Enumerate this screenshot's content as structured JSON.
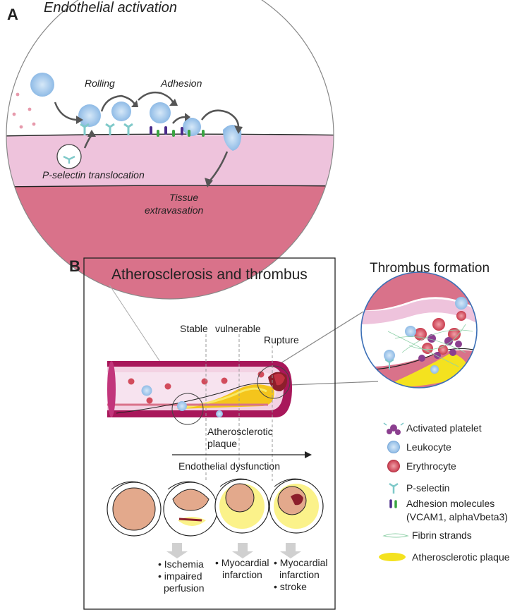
{
  "panelA": {
    "letter": "A",
    "title": "Endothelial activation",
    "rolling": "Rolling",
    "adhesion": "Adhesion",
    "pselectin_translocation": "P-selectin translocation",
    "tissue": "Tissue",
    "extravasation": "extravasation"
  },
  "panelB": {
    "letter": "B",
    "title": "Atherosclerosis and thrombus",
    "stable": "Stable",
    "vulnerable": "vulnerable",
    "rupture": "Rupture",
    "plaque_line1": "Atherosclerotic",
    "plaque_line2": "plaque",
    "endothelial_dysfunction": "Endothelial dysfunction"
  },
  "outcomes": {
    "col1": [
      "Ischemia",
      "impaired",
      "perfusion"
    ],
    "col2": [
      "Myocardial",
      "infarction"
    ],
    "col3": [
      "Myocardial",
      "infarction",
      "stroke"
    ]
  },
  "thrombus": {
    "title": "Thrombus formation"
  },
  "legend": {
    "items": [
      {
        "label": "Activated platelet",
        "icon": "platelet-icon"
      },
      {
        "label": "Leukocyte",
        "icon": "leukocyte-icon"
      },
      {
        "label": "Erythrocyte",
        "icon": "erythrocyte-icon"
      },
      {
        "label": "P-selectin",
        "icon": "p-selectin-icon"
      },
      {
        "label": "Adhesion molecules",
        "icon": "adhesion-molecules-icon"
      },
      {
        "label": "(VCAM1, alphaVbeta3)",
        "icon": ""
      },
      {
        "label": "Fibrin strands",
        "icon": "fibrin-icon"
      },
      {
        "label": "Atherosclerotic plaque",
        "icon": "plaque-icon"
      }
    ]
  },
  "colors": {
    "endothelium_pink": "#eec3dc",
    "tissue_red": "#d9728a",
    "vessel_wall": "#a8175a",
    "leukocyte_blue": "#a9cdee",
    "erythrocyte_red": "#d24c5c",
    "platelet_purple": "#8b3f8f",
    "plaque_yellow": "#f7e71f",
    "pselectin_teal": "#7fc9c9",
    "adhesion_green": "#3aa542",
    "adhesion_purple": "#4a2a8a"
  }
}
